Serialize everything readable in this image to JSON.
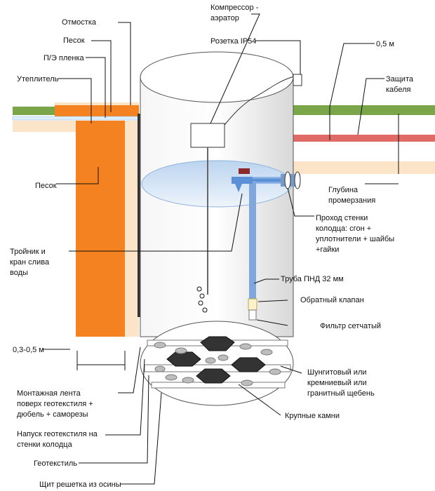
{
  "labels": {
    "otmostka": "Отмостка",
    "pesok_top": "Песок",
    "pe_plenka": "П/Э пленка",
    "uteplitel": "Утеплитель",
    "pesok_side": "Песок",
    "troynik_1": "Тройник и",
    "troynik_2": "кран слива",
    "troynik_3": "воды",
    "dist_03": "0,3-0,5 м",
    "montazh_1": "Монтажная лента",
    "montazh_2": "поверх геотекстиля +",
    "montazh_3": "дюбель + саморезы",
    "napusk_1": "Напуск геотекстиля на",
    "napusk_2": "стенки колодца",
    "geotekstil": "Геотекстиль",
    "shchit": "Щит решетка из осины",
    "kompressor_1": "Компрессор -",
    "kompressor_2": "аэратор",
    "rozetka": "Розетка IP54",
    "dist_05": "0,5 м",
    "zashchita_1": "Защита",
    "zashchita_2": "кабеля",
    "glubina_1": "Глубина",
    "glubina_2": "промерзания",
    "prokhod_1": "Проход стенки",
    "prokhod_2": "колодца: сгон +",
    "prokhod_3": "уплотнители + шайбы",
    "prokhod_4": "+гайки",
    "truba": "Труба ПНД 32 мм",
    "klapan": "Обратный клапан",
    "filtr": "Фильтр сетчатый",
    "shchebень_1": "Шунгитовый или",
    "shchebень_2": "кремниевый  или",
    "shchebень_3": "гранитный щебень",
    "kamni": "Крупные камни"
  },
  "colors": {
    "insulation": "#f58220",
    "sand": "#fce4c8",
    "grass": "#7aa548",
    "cable": "#e06b66",
    "pipe": "#5b8fd6",
    "water": "#cfe0f3",
    "well_body": "#e8e8e8"
  }
}
